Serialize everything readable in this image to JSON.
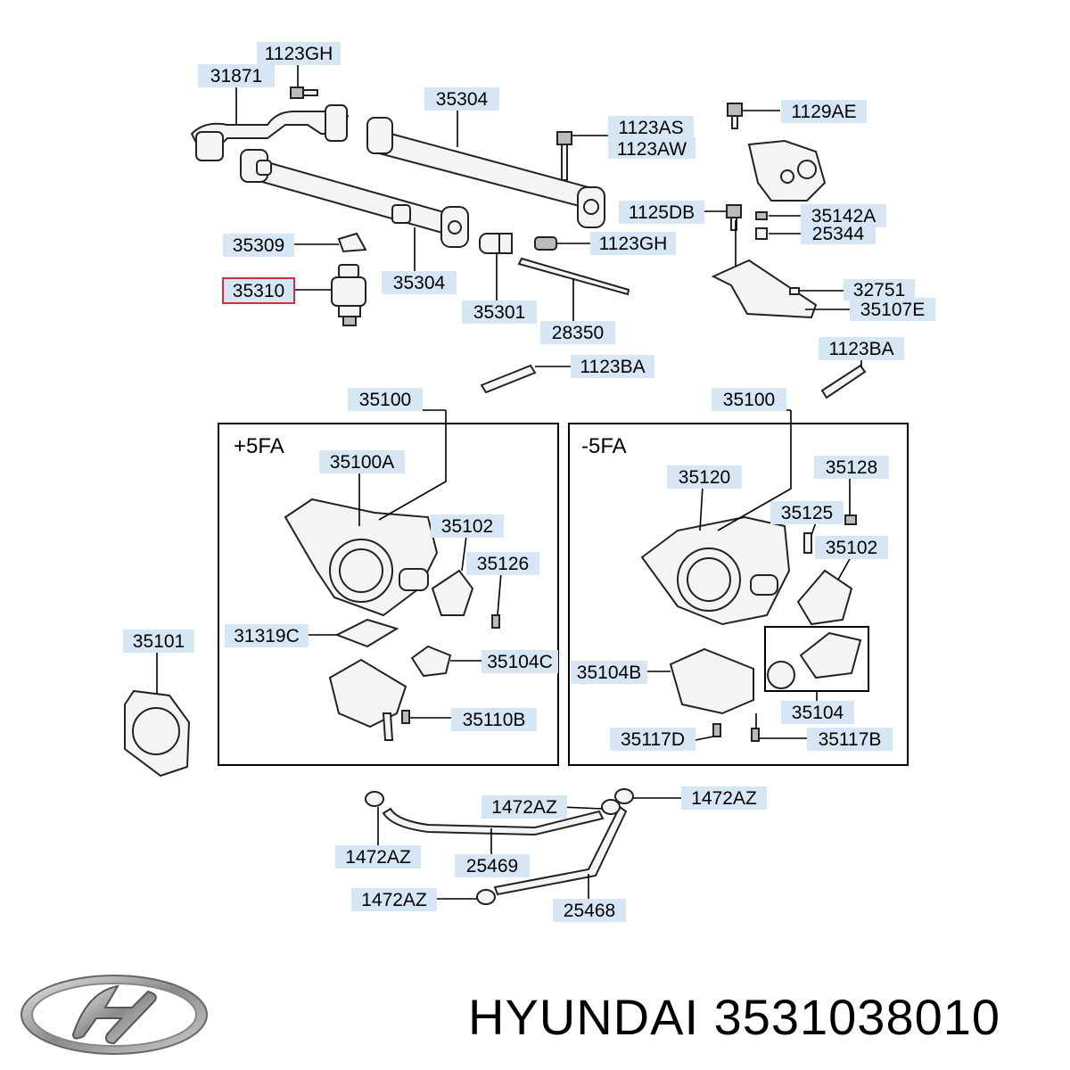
{
  "labels": {
    "l_31871": "31871",
    "l_1123GH_top": "1123GH",
    "l_35304_top": "35304",
    "l_1123AS": "1123AS",
    "l_1123AW": "1123AW",
    "l_1129AE": "1129AE",
    "l_1125DB": "1125DB",
    "l_35142A": "35142A",
    "l_25344": "25344",
    "l_35309": "35309",
    "l_35310": "35310",
    "l_35304_mid": "35304",
    "l_35301": "35301",
    "l_1123GH_mid": "1123GH",
    "l_28350": "28350",
    "l_32751": "32751",
    "l_35107E": "35107E",
    "l_1123BA_left": "1123BA",
    "l_1123BA_right": "1123BA",
    "l_35100_left": "35100",
    "l_35100_right": "35100",
    "l_35100A": "35100A",
    "l_35102_left": "35102",
    "l_35126": "35126",
    "l_31319C": "31319C",
    "l_35104C": "35104C",
    "l_35110B": "35110B",
    "l_35101": "35101",
    "l_35120": "35120",
    "l_35128": "35128",
    "l_35125": "35125",
    "l_35102_right": "35102",
    "l_35104B": "35104B",
    "l_35104": "35104",
    "l_35117D": "35117D",
    "l_35117B": "35117B",
    "l_1472AZ_a": "1472AZ",
    "l_1472AZ_b": "1472AZ",
    "l_1472AZ_c": "1472AZ",
    "l_1472AZ_d": "1472AZ",
    "l_25469": "25469",
    "l_25468": "25468"
  },
  "boxes": {
    "left_title": "+5FA",
    "right_title": "-5FA"
  },
  "highlighted_part": "35310",
  "brand": {
    "text": "HYUNDAI 3531038010",
    "logo": "hyundai-logo"
  }
}
